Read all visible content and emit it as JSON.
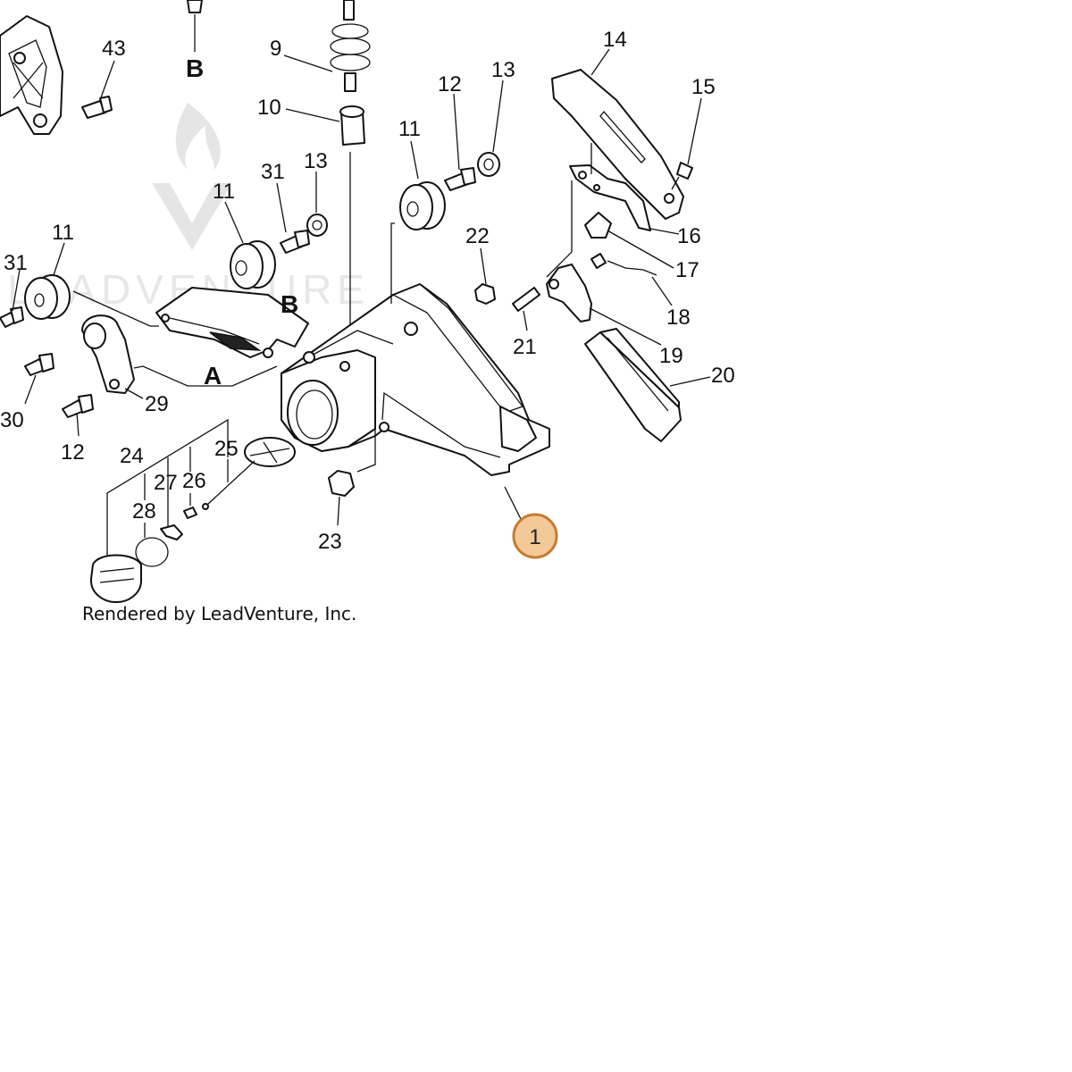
{
  "diagram": {
    "callouts": [
      "43",
      "9",
      "10",
      "14",
      "12",
      "13",
      "15",
      "11",
      "31",
      "13",
      "11",
      "11",
      "31",
      "16",
      "17",
      "22",
      "18",
      "21",
      "19",
      "20",
      "29",
      "30",
      "12",
      "24",
      "27",
      "26",
      "25",
      "28",
      "23"
    ],
    "letters": [
      "B",
      "B",
      "A"
    ],
    "highlight": {
      "label": "1",
      "fill": "#f3c99a",
      "stroke": "#c77b2e"
    },
    "credit": "Rendered by LeadVenture, Inc.",
    "watermark": "LEADVENTURE",
    "icons": [
      "leadventure-logo-icon"
    ]
  }
}
